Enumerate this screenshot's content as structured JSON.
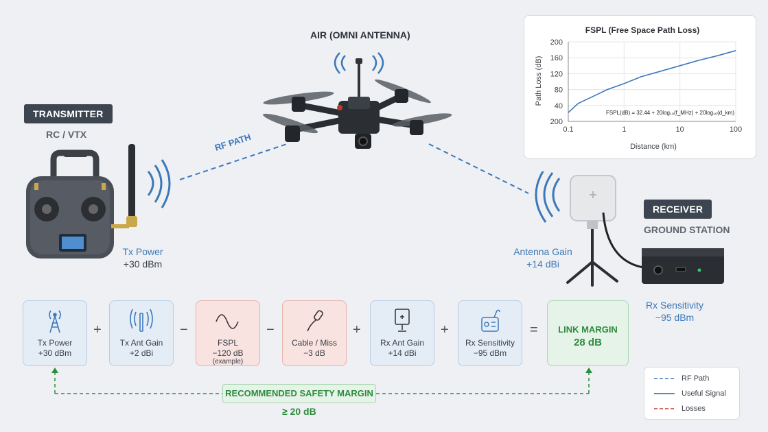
{
  "air_label": "AIR (OMNI ANTENNA)",
  "rf_path_label": "RF PATH",
  "transmitter": {
    "tag": "TRANSMITTER",
    "subtitle": "RC / VTX",
    "power_label": "Tx Power",
    "power_value": "+30 dBm"
  },
  "receiver": {
    "tag": "RECEIVER",
    "subtitle": "GROUND STATION",
    "antenna_gain_label": "Antenna Gain",
    "antenna_gain_value": "+14 dBi",
    "sensitivity_label": "Rx Sensitivity",
    "sensitivity_value": "−95 dBm"
  },
  "equation": {
    "tx_power": {
      "label": "Tx Power",
      "value": "+30 dBm"
    },
    "op1": "+",
    "tx_ant_gain": {
      "label": "Tx Ant Gain",
      "value": "+2 dBi"
    },
    "op2": "−",
    "fspl": {
      "label": "FSPL",
      "value": "−120 dB",
      "note": "(example)"
    },
    "op3": "−",
    "cable_loss": {
      "label": "Cable / Miss",
      "value": "−3 dB"
    },
    "op4": "+",
    "rx_ant_gain": {
      "label": "Rx Ant Gain",
      "value": "+14 dBi"
    },
    "op5": "+",
    "rx_sensitivity": {
      "label": "Rx Sensitivity",
      "value": "−95 dBm"
    },
    "op6": "=",
    "link_margin": {
      "label": "LINK MARGIN",
      "value": "28 dB"
    }
  },
  "safety": {
    "label": "RECOMMENDED SAFETY MARGIN",
    "value": "≥ 20 dB"
  },
  "legend": {
    "items": [
      {
        "label": "RF Path",
        "color": "#3c78b9",
        "style": "dashed"
      },
      {
        "label": "Useful Signal",
        "color": "#3c78b9",
        "style": "solid"
      },
      {
        "label": "Losses",
        "color": "#c0392b",
        "style": "dashed"
      }
    ]
  },
  "colors": {
    "blue": "#3c78b9",
    "green": "#2e8b3e",
    "red": "#c0392b",
    "dark_tag": "#3d4550"
  },
  "chart_data": {
    "type": "line",
    "title": "FSPL (Free Space Path Loss)",
    "xlabel": "Distance (km)",
    "ylabel": "Path Loss (dB)",
    "xscale": "log",
    "xlim": [
      0.1,
      100
    ],
    "x_ticks": [
      "0.1",
      "1",
      "10",
      "100"
    ],
    "y_ticks": [
      "200",
      "160",
      "120",
      "80",
      "40",
      "200"
    ],
    "formula": "FSPL(dB) = 32.44 + 20log₁₀(f_MHz) + 20log₁₀(d_km)",
    "grid": true,
    "series": [
      {
        "x": [
          0.1,
          0.15,
          0.3,
          0.5,
          1,
          2,
          5,
          10,
          20,
          50,
          100
        ],
        "y": [
          22,
          45,
          65,
          80,
          95,
          112,
          128,
          140,
          152,
          166,
          178
        ]
      }
    ]
  }
}
